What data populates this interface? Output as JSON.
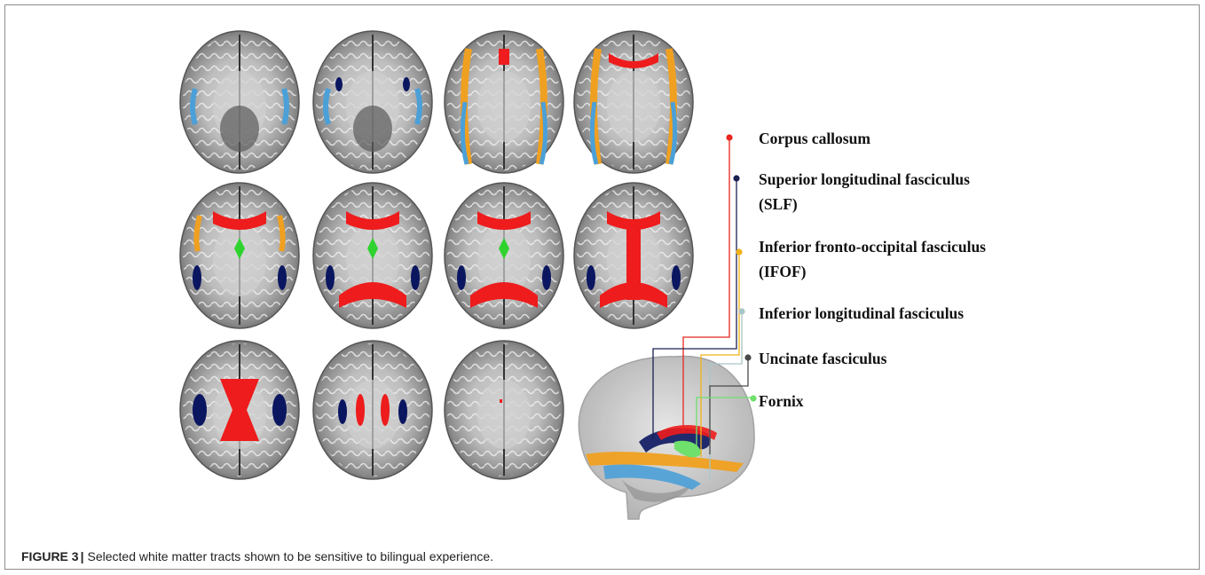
{
  "caption": {
    "label": "FIGURE 3",
    "separator": "|",
    "text": "Selected white matter tracts shown to be sensitive to bilingual experience."
  },
  "legend": {
    "items": [
      {
        "lines": [
          "Corpus callosum"
        ],
        "color": "#e8261d"
      },
      {
        "lines": [
          "Superior longitudinal fasciculus",
          "(SLF)"
        ],
        "color": "#1b2050"
      },
      {
        "lines": [
          "Inferior fronto-occipital fasciculus",
          "(IFOF)"
        ],
        "color": "#f2b21b"
      },
      {
        "lines": [
          "Inferior longitudinal fasciculus"
        ],
        "color": "#a9c6c6"
      },
      {
        "lines": [
          "Uncinate fasciculus"
        ],
        "color": "#4a4a4a"
      },
      {
        "lines": [
          "Fornix"
        ],
        "color": "#6fe06b"
      }
    ]
  },
  "tract_colors": {
    "corpus_callosum": "#ee1c1c",
    "slf": "#0b1660",
    "ifof": "#f0a020",
    "ilf": "#4ca0d8",
    "uncinate": "#3a3a3a",
    "fornix": "#2fd22f"
  }
}
